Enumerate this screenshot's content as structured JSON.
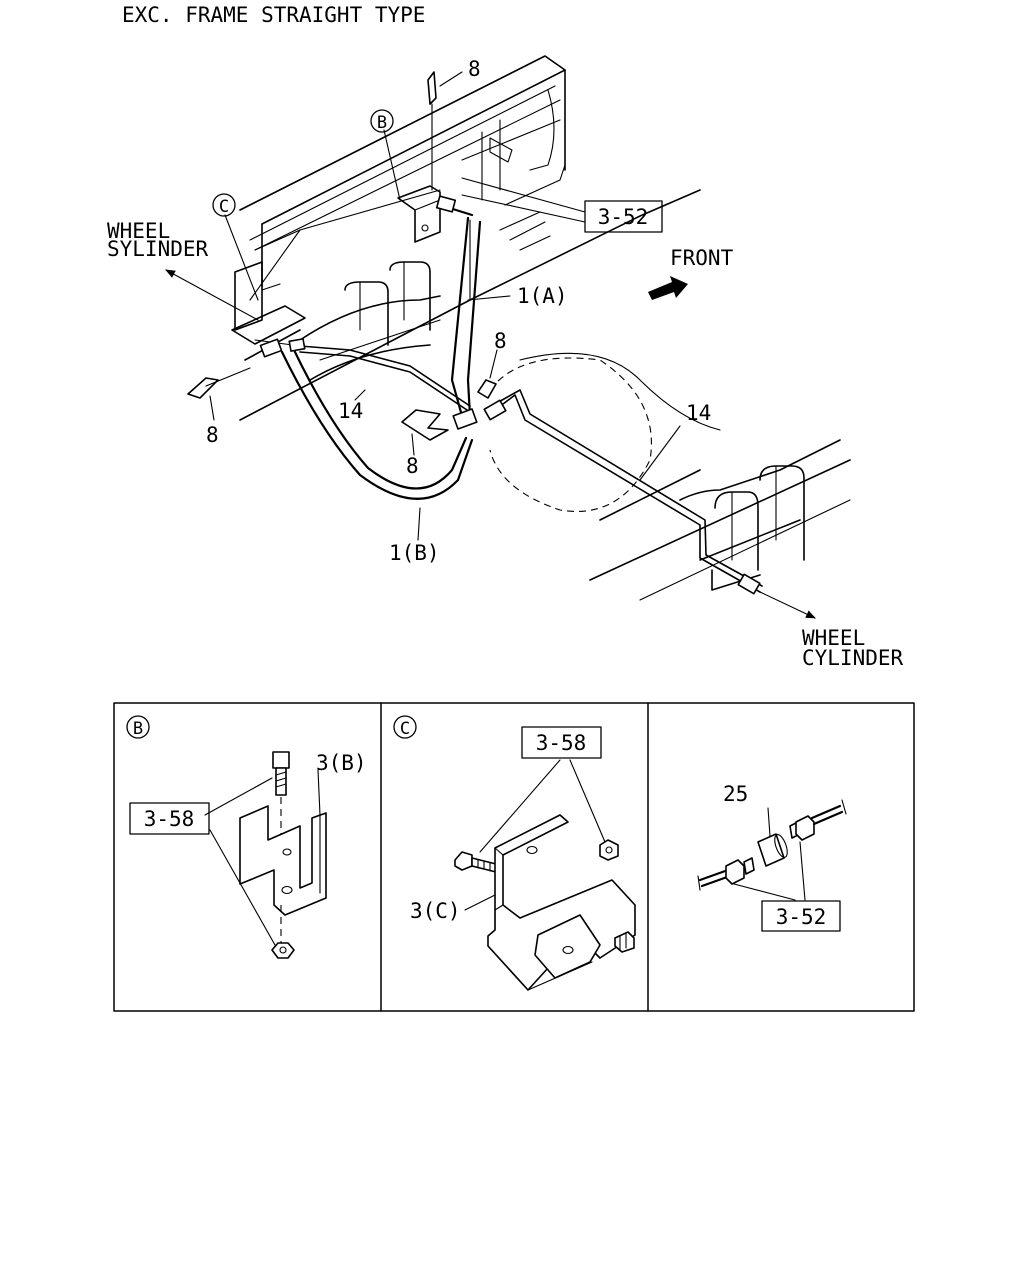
{
  "title": "EXC. FRAME STRAIGHT TYPE",
  "main": {
    "labels": {
      "wheel_cylinder_left_1": "WHEEL",
      "wheel_cylinder_left_2": "SYLINDER",
      "wheel_cylinder_right_1": "WHEEL",
      "wheel_cylinder_right_2": "CYLINDER",
      "front": "FRONT",
      "ref_3_52": "3-52",
      "hose_1a": "1(A)",
      "hose_1b": "1(B)",
      "pipe_14_left": "14",
      "pipe_14_right": "14",
      "clip_8_top": "8",
      "clip_8_left": "8",
      "clip_8_center": "8",
      "clip_8_mid": "8",
      "callout_b": "B",
      "callout_c": "C"
    }
  },
  "details": {
    "b": {
      "callout": "B",
      "ref_3_58": "3-58",
      "part_3b": "3(B)"
    },
    "c": {
      "callout": "C",
      "ref_3_58": "3-58",
      "part_3c": "3(C)"
    },
    "union": {
      "part_25": "25",
      "ref_3_52": "3-52"
    }
  },
  "icons": {
    "front_arrow": "front-arrow-icon"
  }
}
